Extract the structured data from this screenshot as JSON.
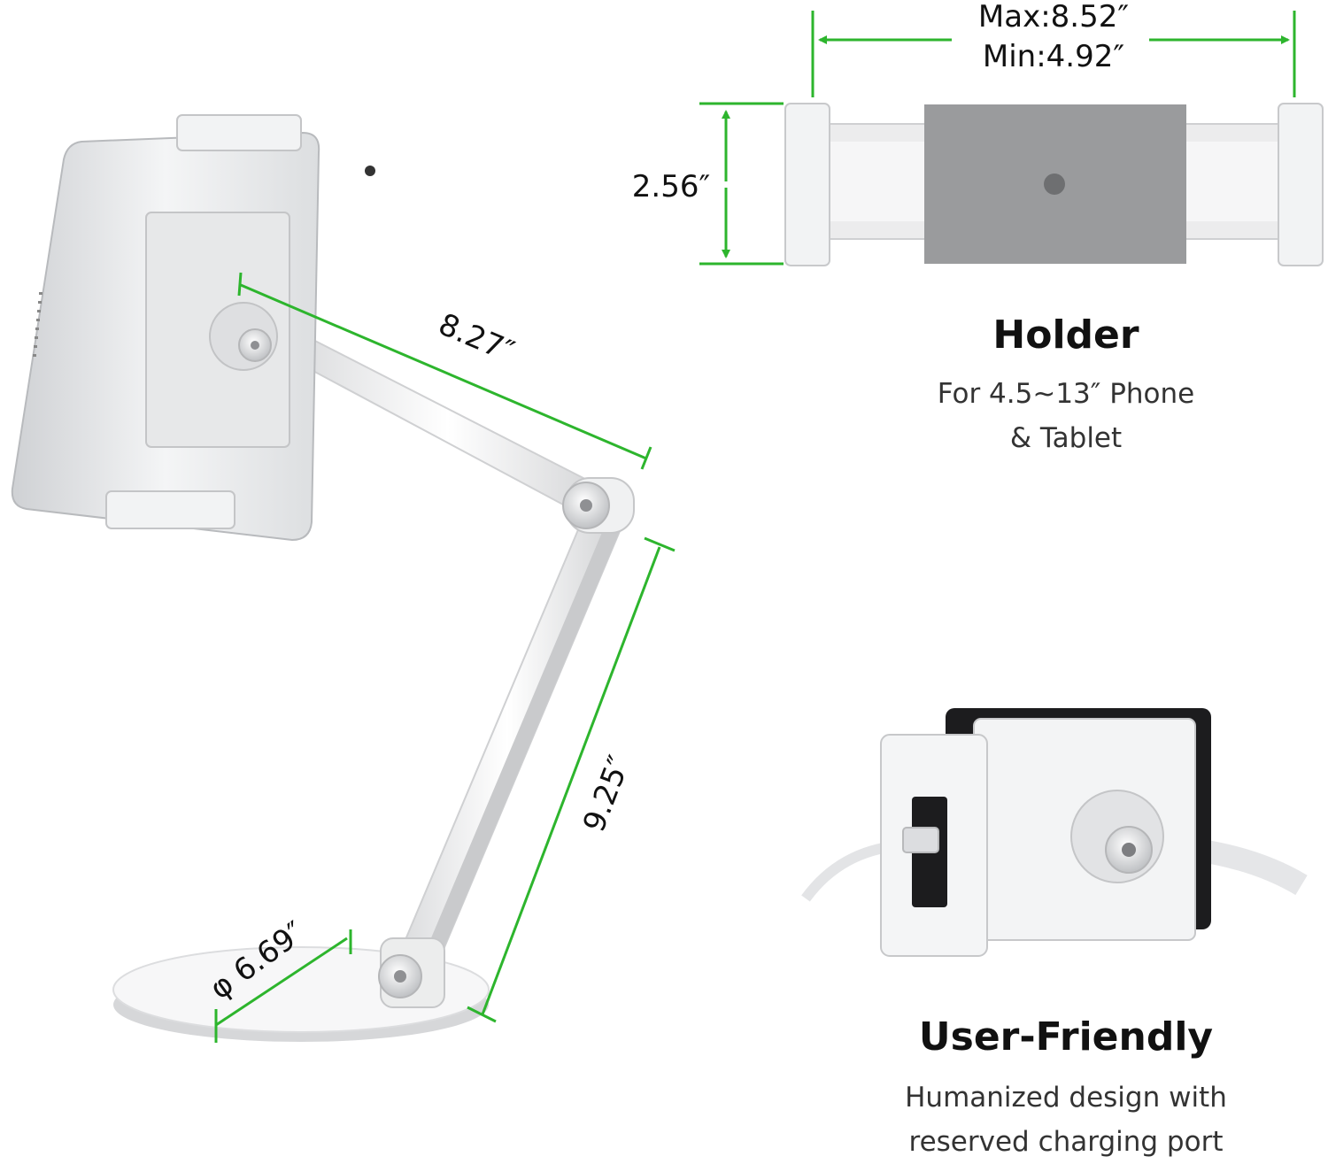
{
  "dimensions": {
    "holder_width": "Max:8.52″",
    "holder_width_min": "Min:4.92″",
    "holder_height": "2.56″",
    "arm_upper": "8.27″",
    "arm_lower": "9.25″",
    "base_diameter": "φ 6.69″"
  },
  "holder": {
    "title": "Holder",
    "line1": "For 4.5~13″ Phone",
    "line2": "& Tablet"
  },
  "user_friendly": {
    "title": "User-Friendly",
    "line1": "Humanized design with",
    "line2": "reserved charging port"
  },
  "colors": {
    "dimension_green": "#2db52d",
    "product_white": "#f1f2f3",
    "product_gray": "#9a9b9d"
  }
}
